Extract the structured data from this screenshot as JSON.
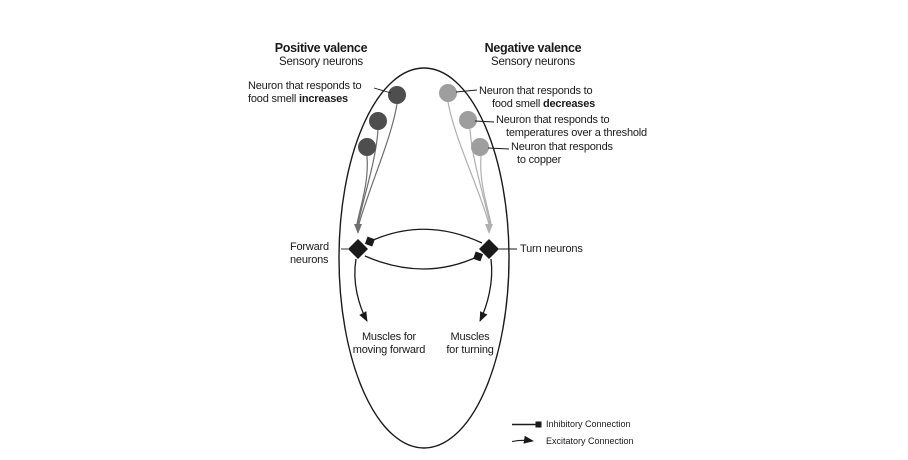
{
  "colors": {
    "ink": "#1a1a1a",
    "positive_neuron": "#4e4e4e",
    "positive_stem": "#6e6e6e",
    "negative_neuron": "#9e9e9e",
    "negative_stem": "#b0b0b0",
    "bg": "#ffffff"
  },
  "headings": {
    "positive": {
      "title": "Positive valence",
      "subtitle": "Sensory neurons"
    },
    "negative": {
      "title": "Negative valence",
      "subtitle": "Sensory neurons"
    }
  },
  "sensory_labels": {
    "food_increase": {
      "line1": "Neuron that responds to",
      "line2_plain": "food smell ",
      "line2_bold": "increases"
    },
    "food_decrease": {
      "line1": "Neuron that responds to",
      "line2_plain": "food smell ",
      "line2_bold": "decreases"
    },
    "temperature": {
      "line1": "Neuron that responds to",
      "line2": "temperatures over a threshold"
    },
    "copper": {
      "line1": "Neuron that responds",
      "line2": "to copper"
    }
  },
  "interneurons": {
    "forward_line1": "Forward",
    "forward_line2": "neurons",
    "turn": "Turn neurons"
  },
  "muscles": {
    "forward_line1": "Muscles for",
    "forward_line2": "moving forward",
    "turn_line1": "Muscles",
    "turn_line2": "for turning"
  },
  "legend": {
    "inhibitory": "Inhibitory Connection",
    "excitatory": "Excitatory Connection"
  }
}
